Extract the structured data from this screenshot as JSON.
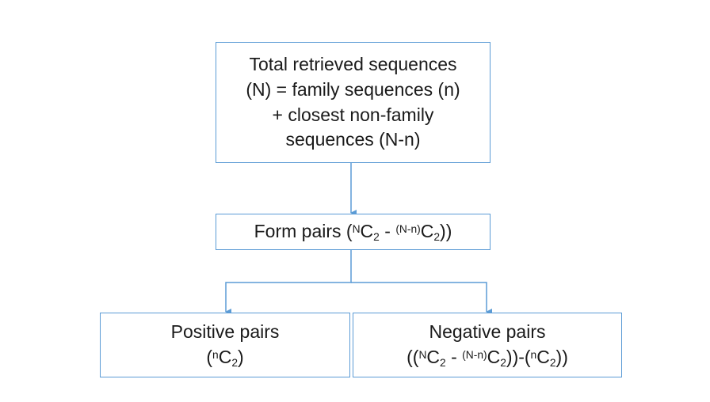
{
  "colors": {
    "box_border": "#5b9bd5",
    "connector": "#5b9bd5",
    "text": "#1a1a1a"
  },
  "total_box": {
    "line1": "Total retrieved sequences",
    "line2": "(N) = family sequences (n)",
    "line3": "+ closest non-family",
    "line4": "sequences (N-n)"
  },
  "form_box": {
    "prefix": "Form pairs (",
    "sup_N": "N",
    "C1": "C",
    "sub1": "2",
    "minus": " - ",
    "sup_Nn": "(N-n)",
    "C2": "C",
    "sub2": "2",
    "suffix": "))"
  },
  "positive_box": {
    "line1": "Positive pairs",
    "open": "(",
    "sup_n": "n",
    "C": "C",
    "sub": "2",
    "close": ")"
  },
  "negative_box": {
    "line1": "Negative pairs",
    "open": "((",
    "sup_N": "N",
    "C1": "C",
    "sub1": "2",
    "minus": " - ",
    "sup_Nn": "(N-n)",
    "C2": "C",
    "sub2": "2",
    "mid": "))-(",
    "sup_n": "n",
    "C3": "C",
    "sub3": "2",
    "close": "))"
  }
}
